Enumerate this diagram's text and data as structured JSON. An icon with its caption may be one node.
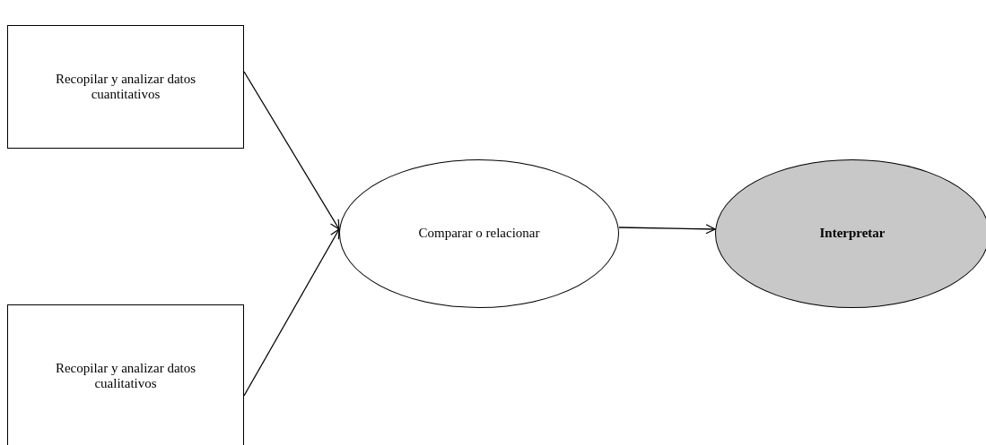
{
  "diagram": {
    "nodes": [
      {
        "text": [
          "Recopilar y analizar datos cuantitativos"
        ]
      },
      {
        "text": [
          "Recopilar y analizar datos cualitativos"
        ]
      },
      {
        "text": [
          "Comparar o relacionar"
        ]
      },
      {
        "text": [
          "Interpretar"
        ]
      }
    ],
    "edges": [
      {
        "from": 0,
        "to": 2,
        "arrow": "to"
      },
      {
        "from": 1,
        "to": 2,
        "arrow": "to"
      },
      {
        "from": 2,
        "to": 3,
        "arrow": "to"
      }
    ]
  }
}
